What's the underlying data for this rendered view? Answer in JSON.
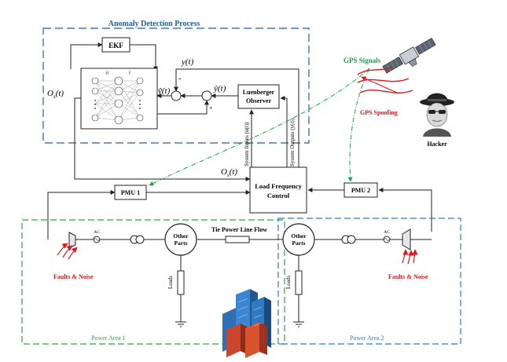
{
  "anomaly_box": {
    "title": "Anomaly Detection Process",
    "color": "#1f5fa8"
  },
  "ekf": {
    "label": "EKF"
  },
  "nn": {
    "w_label": "Ŵ",
    "v_label": "V̂"
  },
  "signals": {
    "os_left": "O",
    "os_left_sub": "s",
    "os_left_t": "(t)",
    "y_top": "y(t)",
    "yhat_mid": "ŷ(t)",
    "ytilde": "ỹ(t)",
    "minus": "-",
    "plus": "+",
    "os_mid": "O",
    "os_mid_sub": "s",
    "os_mid_t": "(t)"
  },
  "luenberger": {
    "line1": "Luenberger",
    "line2": "Observer"
  },
  "system_inputs": "System Inputs (u(t))",
  "system_outputs": "System Outputs (y(t))",
  "lfc": {
    "line1": "Load Frequency",
    "line2": "Control"
  },
  "pmu1": {
    "label": "PMU 1"
  },
  "pmu2": {
    "label": "PMU 2"
  },
  "gps": {
    "label": "GPS Signals",
    "color": "#1aa34a"
  },
  "spoof": {
    "label": "GPS Spoofing",
    "color": "#e0161b"
  },
  "hacker": {
    "label": "Hacker"
  },
  "faults_left": "Faults & Noise",
  "faults_right": "Faults & Noise",
  "tie_line": "Tie Power Line Flow",
  "other_parts_left": {
    "line1": "Other",
    "line2": "Parts"
  },
  "other_parts_right": {
    "line1": "Other",
    "line2": "Parts"
  },
  "ac_left": "AC",
  "ac_right": "AC",
  "loads_left": "Loads",
  "loads_right": "Loads",
  "area1": {
    "label": "Power Area 1",
    "color": "#2aa84a"
  },
  "area2": {
    "label": "Power Area 2",
    "color": "#2f7fc0"
  }
}
